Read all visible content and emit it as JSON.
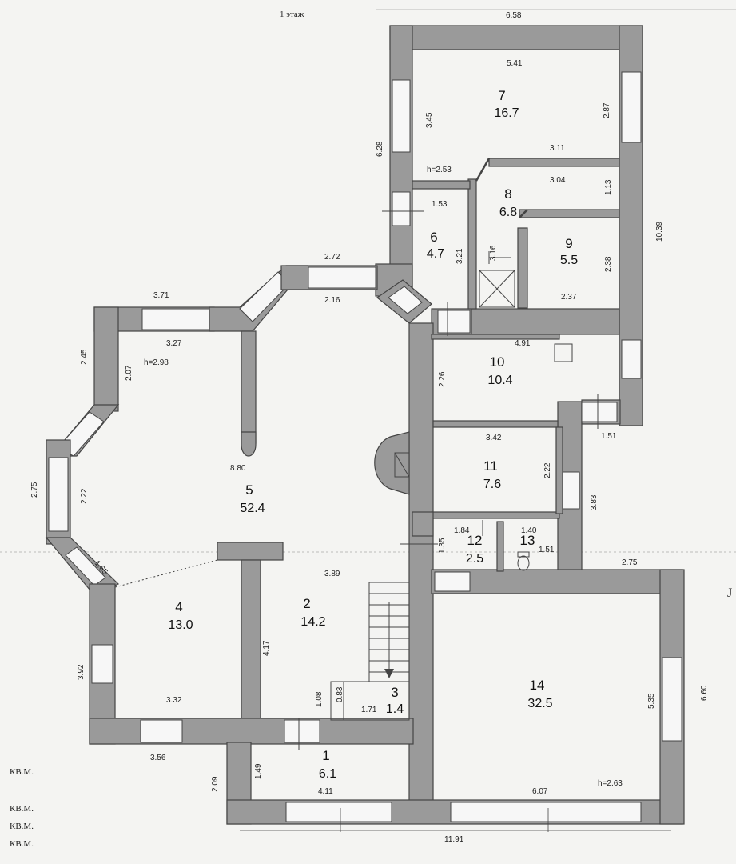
{
  "plan_title": "1 этаж",
  "rooms": [
    {
      "id": "r1",
      "number": "1",
      "area": "6.1"
    },
    {
      "id": "r2",
      "number": "2",
      "area": "14.2"
    },
    {
      "id": "r3",
      "number": "3",
      "area": "1.4"
    },
    {
      "id": "r4",
      "number": "4",
      "area": "13.0"
    },
    {
      "id": "r5",
      "number": "5",
      "area": "52.4"
    },
    {
      "id": "r6",
      "number": "6",
      "area": "4.7"
    },
    {
      "id": "r7",
      "number": "7",
      "area": "16.7"
    },
    {
      "id": "r8",
      "number": "8",
      "area": "6.8"
    },
    {
      "id": "r9",
      "number": "9",
      "area": "5.5"
    },
    {
      "id": "r10",
      "number": "10",
      "area": "10.4"
    },
    {
      "id": "r11",
      "number": "11",
      "area": "7.6"
    },
    {
      "id": "r12",
      "number": "12",
      "area": "2.5"
    },
    {
      "id": "r13",
      "number": "13",
      "area": "1.51"
    },
    {
      "id": "r14",
      "number": "14",
      "area": "32.5"
    }
  ],
  "heights": {
    "h1": "h=2.53",
    "h2": "h=2.98",
    "h3": "h=2.63"
  },
  "dimensions": {
    "d658": "6.58",
    "d541": "5.41",
    "d345": "3.45",
    "d287": "2.87",
    "d628": "6.28",
    "d311": "3.11",
    "d304": "3.04",
    "d113": "1.13",
    "d153": "1.53",
    "d321": "3.21",
    "d316": "3.16",
    "d238": "2.38",
    "d237": "2.37",
    "d1039": "10.39",
    "d272": "2.72",
    "d216": "2.16",
    "d371": "3.71",
    "d327": "3.27",
    "d245": "2.45",
    "d207": "2.07",
    "d491": "4.91",
    "d226": "2.26",
    "d151": "1.51",
    "d342": "3.42",
    "d222a": "2.22",
    "d383": "3.83",
    "d880": "8.80",
    "d275a": "2.75",
    "d222b": "2.22",
    "d184": "1.84",
    "d140": "1.40",
    "d135": "1.35",
    "d165": "1.65",
    "d389": "3.89",
    "d275b": "2.75",
    "d417": "4.17",
    "d392": "3.92",
    "d332": "3.32",
    "d108": "1.08",
    "d083": "0.83",
    "d171": "1.71",
    "d535": "5.35",
    "d660": "6.60",
    "d356": "3.56",
    "d209": "2.09",
    "d149": "1.49",
    "d411": "4.11",
    "d607": "6.07",
    "d1191": "11.91"
  },
  "legend": [
    "КВ.М.",
    "КВ.М.",
    "КВ.М.",
    "КВ.М."
  ],
  "edge_mark": "J"
}
